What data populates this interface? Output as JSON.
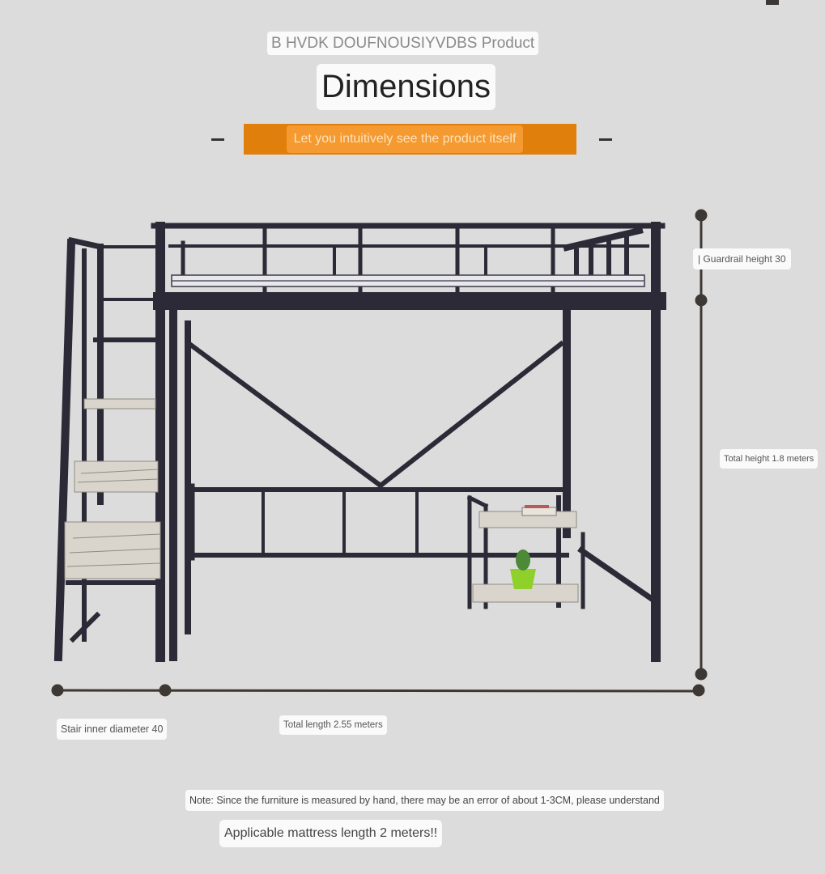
{
  "header": {
    "subtitle": "B HVDK DOUFNOUSIYVDBS Product",
    "title": "Dimensions",
    "banner_text": "Let you intuitively see the product itself",
    "banner_color": "#e07f0c",
    "banner_inner_color": "#f49a30"
  },
  "product": {
    "name": "Loft bed with stairs and desk shelves",
    "frame_color": "#2b2a36",
    "shelf_color": "#d9d5cc"
  },
  "dimensions": {
    "guardrail_height": "| Guardrail height 30",
    "total_height": "Total height 1.8 meters",
    "stair_inner_diameter": "Stair inner diameter 40",
    "total_length": "Total length 2.55 meters"
  },
  "notes": {
    "measurement_note": "Note: Since the furniture is measured by hand, there may be an error of about 1-3CM, please understand",
    "mattress_note": "Applicable mattress length 2 meters!!"
  },
  "colors": {
    "background": "#dcdcdc",
    "dimension_line": "#3e3834",
    "label_bg": "#fafafa"
  }
}
